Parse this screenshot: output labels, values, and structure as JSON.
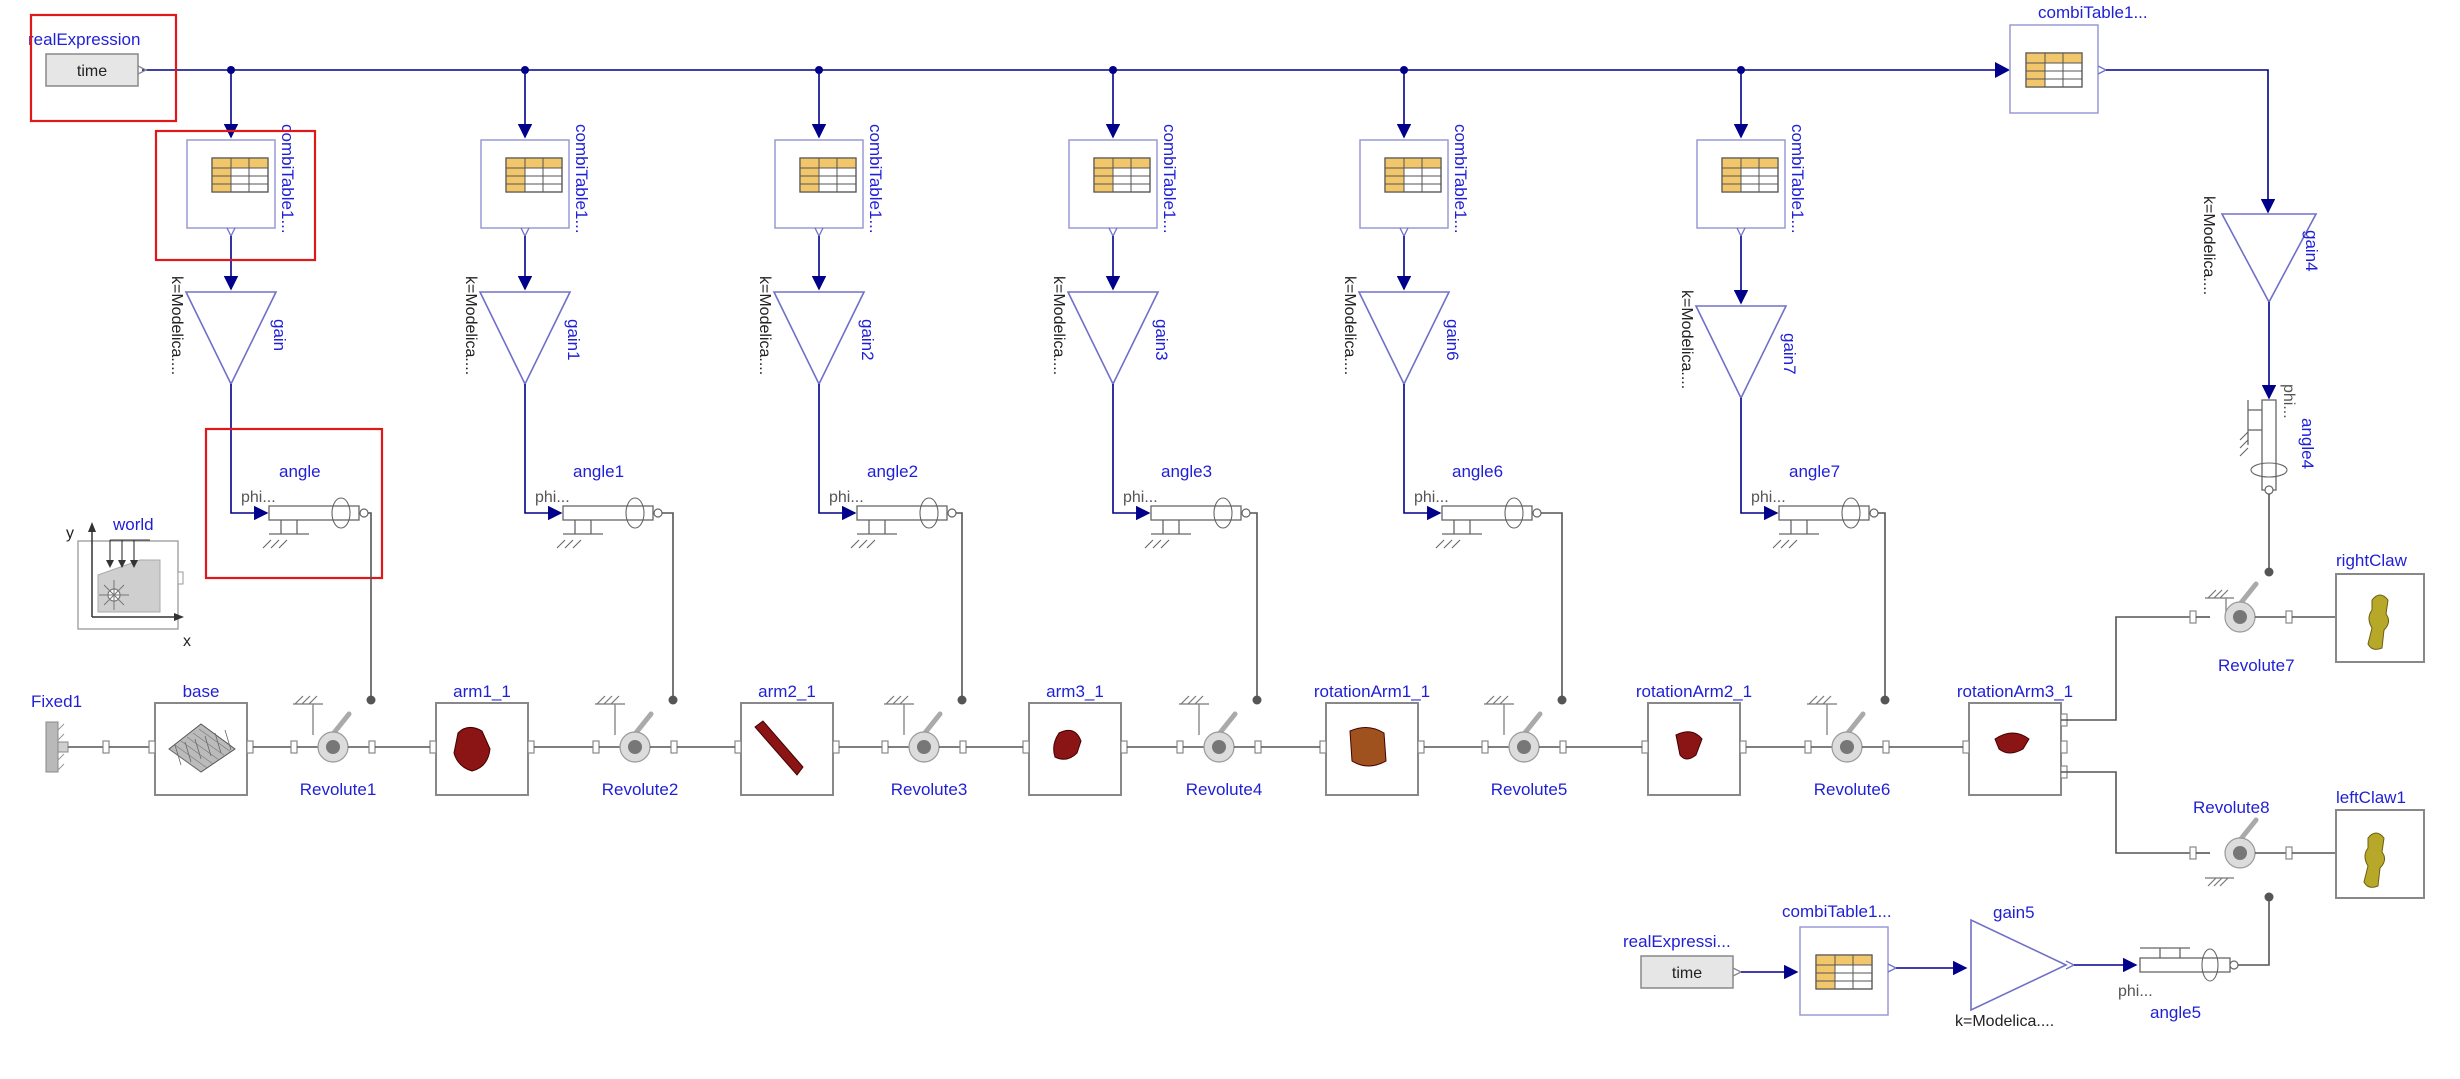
{
  "diagram": {
    "labels": {
      "realExpression": "realExpression",
      "realExpression_time": "time",
      "realExpression2": "realExpressi...",
      "realExpression2_time": "time",
      "world": "world",
      "world_x": "x",
      "world_y": "y",
      "fixed": "Fixed1",
      "combiTable_top": "combiTable1...",
      "combiTable_bottom": "combiTable1...",
      "columns": [
        {
          "table": "combiTable1...",
          "k": "k=Modelica....",
          "gain": "gain",
          "angle": "angle",
          "phi": "phi..."
        },
        {
          "table": "combiTable1...",
          "k": "k=Modelica....",
          "gain": "gain1",
          "angle": "angle1",
          "phi": "phi..."
        },
        {
          "table": "combiTable1...",
          "k": "k=Modelica....",
          "gain": "gain2",
          "angle": "angle2",
          "phi": "phi..."
        },
        {
          "table": "combiTable1...",
          "k": "k=Modelica....",
          "gain": "gain3",
          "angle": "angle3",
          "phi": "phi..."
        },
        {
          "table": "combiTable1...",
          "k": "k=Modelica....",
          "gain": "gain6",
          "angle": "angle6",
          "phi": "phi..."
        },
        {
          "table": "combiTable1...",
          "k": "k=Modelica....",
          "gain": "gain7",
          "angle": "angle7",
          "phi": "phi..."
        }
      ],
      "gain4": "gain4",
      "gain4_k": "k=Modelica....",
      "angle4": "angle4",
      "angle4_phi": "phi...",
      "gain5": "gain5",
      "gain5_k": "k=Modelica....",
      "angle5": "angle5",
      "angle5_phi": "phi...",
      "bodies": [
        "base",
        "arm1_1",
        "arm2_1",
        "arm3_1",
        "rotationArm1_1",
        "rotationArm2_1",
        "rotationArm3_1"
      ],
      "revolutes": [
        "Revolute1",
        "Revolute2",
        "Revolute3",
        "Revolute4",
        "Revolute5",
        "Revolute6"
      ],
      "revolute7": "Revolute7",
      "revolute8": "Revolute8",
      "rightClaw": "rightClaw",
      "leftClaw": "leftClaw1"
    },
    "colors": {
      "signal": "#00008b",
      "label": "#1f1fd6",
      "selection": "#e01818",
      "mechanical": "#555555",
      "table_header": "#f2c66a",
      "body_red": "#8b1414",
      "body_brown": "#a0521e",
      "claw_yellow": "#b8a82a"
    }
  }
}
